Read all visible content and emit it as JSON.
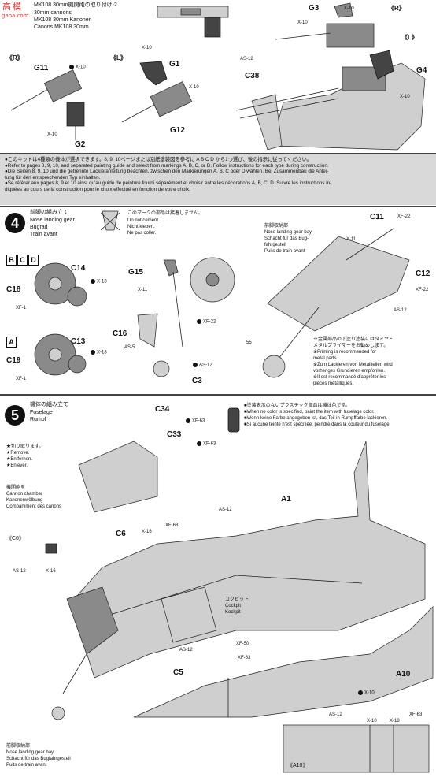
{
  "watermark": {
    "line1": "高",
    "line2": "模",
    "line3": "gaoa.com"
  },
  "header": {
    "title_jp": "MK108 30mm機関砲の取り付け-2",
    "title_en": "30mm cannons",
    "title_de": "MK108 30mm Kanonen",
    "title_fr": "Canons MK108 30mm"
  },
  "top_section": {
    "side_r": "《R》",
    "side_l": "《L》",
    "side_r2": "《R》",
    "side_l2": "《L》",
    "parts": {
      "g11": "G11",
      "g12": "G12",
      "g1": "G1",
      "g2": "G2",
      "g3": "G3",
      "g4": "G4",
      "c38": "C38"
    },
    "paints": {
      "x10": "X-10",
      "as12": "AS-12"
    }
  },
  "notes": [
    "●このキットは4種類の機体が選択できます。8, 9, 10ページまたは別紙塗装図を参考に A B C D から1つ選び、後の指示に従ってください。",
    "●Refer to pages 8, 9, 10, and separated painting guide and select from markings A, B, C, or D. Follow instructions for each type during construction.",
    "●Die Seiten 8, 9, 10 und die getrennte Lackieranleitung beachten, zwischen den Markierungen A, B, C oder D wählen. Bei Zusammenbau die Anlei-",
    "  tung für den entsprechenden Typ einhalten.",
    "●Se référer aux pages 8, 9 et 10 ainsi qu'au guide de peinture fourni séparément et choisir entre les décorations A, B, C, D. Suivre les instructions in-",
    "  diquées au cours de la construction pour le choix effectué en fonction de votre choix."
  ],
  "step4": {
    "number": "4",
    "title_jp": "前脚の組み立て",
    "title_en": "Nose landing gear",
    "title_de": "Bugrad",
    "title_fr": "Train avant",
    "noglue_jp": "このマークの部品は接着しません。",
    "noglue_en": "Do not cement.",
    "noglue_de": "Nicht kleben.",
    "noglue_fr": "Ne pas coller.",
    "well_jp": "前脚収納部",
    "well_en": "Nose landing gear bay",
    "well_de1": "Schacht für das Bug-",
    "well_de2": "fahrgestell",
    "well_fr": "Puits de train avant",
    "markings_bcd": [
      "B",
      "C",
      "D"
    ],
    "markings_a": [
      "A"
    ],
    "parts": {
      "c18": "C18",
      "c14": "C14",
      "c19": "C19",
      "c13": "C13",
      "g15": "G15",
      "c16": "C16",
      "c3": "C3",
      "c11": "C11",
      "c12": "C12"
    },
    "paints": {
      "x18": "X-18",
      "xf1": "XF-1",
      "x11": "X-11",
      "xf22": "XF-22",
      "as5": "AS-5",
      "as12": "AS-12",
      "no55": "55"
    },
    "metal_jp1": "※金属部品の下塗り塗装にはタミヤ・",
    "metal_jp2": "メタルプライマーをお勧めします。",
    "metal_en1": "※Priming is recommended for",
    "metal_en2": "metal parts.",
    "metal_de1": "※Zum Lackieren von Metallteilen wird",
    "metal_de2": "vorheriges Grundieren empfohlen.",
    "metal_fr1": "※Il est recommandé d'apprêter les",
    "metal_fr2": "pièces métalliques."
  },
  "step5": {
    "number": "5",
    "title_jp": "機体の組み立て",
    "title_en": "Fuselage",
    "title_de": "Rumpf",
    "nocolor_jp": "■塗装表示のないプラスチック部品は機体色です。",
    "nocolor_en": "■When no color is specified, paint the item with fuselage color.",
    "nocolor_de": "■Wenn keine Farbe angegeben ist, das Teil in Rumpffarbe lackieren.",
    "nocolor_fr": "■Si aucune teinte n'est spécifiée, peindre dans la couleur du fuselage.",
    "remove_jp": "★切り取ります。",
    "remove_en": "★Remove.",
    "remove_de": "★Entfernen.",
    "remove_fr": "★Enlever.",
    "cannon_jp": "機関砲室",
    "cannon_en": "Cannon chamber",
    "cannon_de": "Kanonenwölbung",
    "cannon_fr": "Compartiment des canons",
    "cockpit_jp": "コクピット",
    "cockpit_en": "Cockpit",
    "cockpit_de": "Kockpit",
    "c6_label": "《C6》",
    "a10_label": "《A10》",
    "gear_jp": "前脚収納部",
    "gear_en": "Nose landing gear bay",
    "gear_de": "Schacht für das Bugfahrgestell",
    "gear_fr": "Puits de train avant",
    "parts": {
      "c34": "C34",
      "c33": "C33",
      "a1": "A1",
      "c6": "C6",
      "c5": "C5",
      "a10": "A10"
    },
    "paints": {
      "xf63": "XF-63",
      "as12": "AS-12",
      "x16": "X-16",
      "x10": "X-10",
      "x18": "X-18",
      "xf50": "XF-50"
    }
  }
}
